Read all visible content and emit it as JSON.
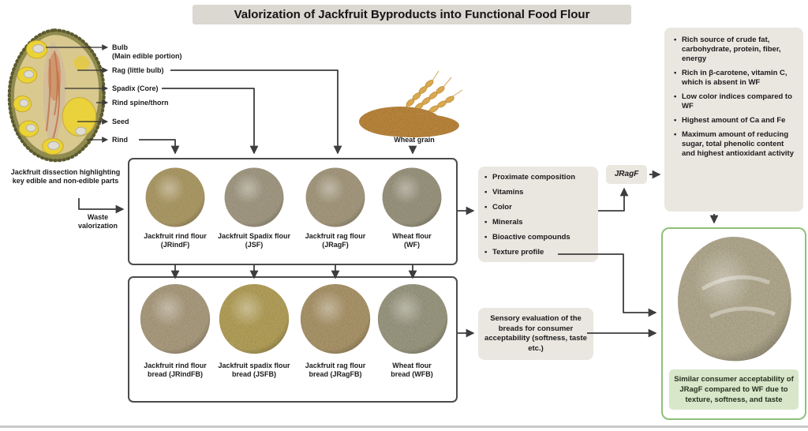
{
  "title": "Valorization of Jackfruit Byproducts into Functional Food Flour",
  "dissection": {
    "caption": "Jackfruit dissection highlighting key edible and non-edible parts",
    "waste_label": "Waste valorization",
    "parts": [
      {
        "label": "Bulb",
        "sub": "(Main edible portion)"
      },
      {
        "label": "Rag (little bulb)"
      },
      {
        "label": "Spadix (Core)"
      },
      {
        "label": "Rind spine/thorn"
      },
      {
        "label": "Seed"
      },
      {
        "label": "Rind"
      }
    ]
  },
  "wheat_label": "Wheat grain",
  "flour_panel": {
    "items": [
      {
        "name": "Jackfruit rind flour",
        "abbr": "(JRindF)"
      },
      {
        "name": "Jackfruit Spadix flour",
        "abbr": "(JSF)"
      },
      {
        "name": "Jackfruit rag flour",
        "abbr": "(JRagF)"
      },
      {
        "name": "Wheat flour",
        "abbr": "(WF)"
      }
    ]
  },
  "bread_panel": {
    "items": [
      {
        "name": "Jackfruit rind flour",
        "line2": "bread (JRindFB)"
      },
      {
        "name": "Jackfruit spadix flour",
        "line2": "bread (JSFB)"
      },
      {
        "name": "Jackfruit rag flour",
        "line2": "bread (JRagFB)"
      },
      {
        "name": "Wheat flour",
        "line2": "bread (WFB)"
      }
    ]
  },
  "analysis_box": {
    "items": [
      "Proximate composition",
      "Vitamins",
      "Color",
      "Minerals",
      "Bioactive compounds",
      "Texture profile"
    ]
  },
  "jragf_label": "JRagF",
  "findings_box": {
    "items": [
      "Rich source of crude fat, carbohydrate, protein, fiber, energy",
      "Rich in β-carotene, vitamin C, which is absent in WF",
      "Low color indices compared to WF",
      "Highest amount of Ca and Fe",
      "Maximum amount of reducing sugar, total phenolic content and highest antioxidant activity"
    ]
  },
  "sensory_box": {
    "text": "Sensory evaluation of the breads for consumer acceptability (softness, taste etc.)"
  },
  "conclusion_box": {
    "text": "Similar consumer acceptability of JRagF compared to WF due to texture, softness, and taste"
  },
  "colors": {
    "accent_green": "#8fc07a",
    "panel_gray": "#eae7e1",
    "title_bg": "#dbd7d1",
    "arrow": "#3d3d3d",
    "conclusion_bg": "#d8e7ca"
  }
}
